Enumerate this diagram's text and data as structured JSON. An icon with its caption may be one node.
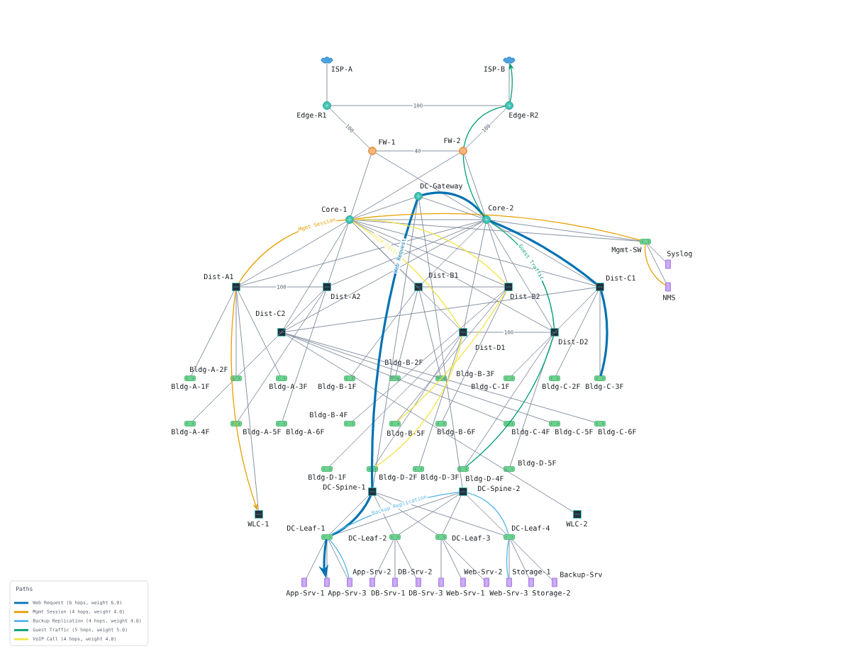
{
  "diagram": {
    "nodes": [
      {
        "text": [
          "ISP-A"
        ]
      },
      {
        "text": [
          "ISP-B"
        ]
      },
      {
        "text": [
          "Edge-R1"
        ]
      },
      {
        "text": [
          "Edge-R2"
        ]
      },
      {
        "text": [
          "FW-1"
        ]
      },
      {
        "text": [
          "FW-2"
        ]
      },
      {
        "text": [
          "DC-Gateway"
        ]
      },
      {
        "text": [
          "Core-1"
        ]
      },
      {
        "text": [
          "Core-2"
        ]
      },
      {
        "text": [
          "Mgmt-SW"
        ]
      },
      {
        "text": [
          "Syslog"
        ]
      },
      {
        "text": [
          "NMS"
        ]
      },
      {
        "text": [
          "Dist-A1"
        ]
      },
      {
        "text": [
          "Dist-A2"
        ]
      },
      {
        "text": [
          "Dist-B1"
        ]
      },
      {
        "text": [
          "Dist-B2"
        ]
      },
      {
        "text": [
          "Dist-C1"
        ]
      },
      {
        "text": [
          "Dist-C2"
        ]
      },
      {
        "text": [
          "Dist-D1"
        ]
      },
      {
        "text": [
          "Dist-D2"
        ]
      },
      {
        "text": [
          "Bldg-A-1F"
        ]
      },
      {
        "text": [
          "Bldg-A-2F"
        ]
      },
      {
        "text": [
          "Bldg-A-3F"
        ]
      },
      {
        "text": [
          "Bldg-B-1F"
        ]
      },
      {
        "text": [
          "Bldg-B-2F"
        ]
      },
      {
        "text": [
          "Bldg-B-3F"
        ]
      },
      {
        "text": [
          "Bldg-C-1F"
        ]
      },
      {
        "text": [
          "Bldg-C-2F"
        ]
      },
      {
        "text": [
          "Bldg-C-3F"
        ]
      },
      {
        "text": [
          "Bldg-A-4F"
        ]
      },
      {
        "text": [
          "Bldg-A-5F"
        ]
      },
      {
        "text": [
          "Bldg-A-6F"
        ]
      },
      {
        "text": [
          "Bldg-B-4F"
        ]
      },
      {
        "text": [
          "Bldg-B-5F"
        ]
      },
      {
        "text": [
          "Bldg-B-6F"
        ]
      },
      {
        "text": [
          "Bldg-C-4F"
        ]
      },
      {
        "text": [
          "Bldg-C-5F"
        ]
      },
      {
        "text": [
          "Bldg-C-6F"
        ]
      },
      {
        "text": [
          "Bldg-D-1F"
        ]
      },
      {
        "text": [
          "Bldg-D-2F"
        ]
      },
      {
        "text": [
          "Bldg-D-3F"
        ]
      },
      {
        "text": [
          "Bldg-D-4F"
        ]
      },
      {
        "text": [
          "Bldg-D-5F"
        ]
      },
      {
        "text": [
          "DC-Spine-1"
        ]
      },
      {
        "text": [
          "DC-Spine-2"
        ]
      },
      {
        "text": [
          "WLC-1"
        ]
      },
      {
        "text": [
          "WLC-2"
        ]
      },
      {
        "text": [
          "DC-Leaf-1"
        ]
      },
      {
        "text": [
          "DC-Leaf-2"
        ]
      },
      {
        "text": [
          "DC-Leaf-3"
        ]
      },
      {
        "text": [
          "DC-Leaf-4"
        ]
      },
      {
        "text": [
          "App-Srv-1"
        ]
      },
      {
        "text": [
          "App-Srv-3"
        ]
      },
      {
        "text": [
          "App-Srv-2"
        ]
      },
      {
        "text": [
          "DB-Srv-1"
        ]
      },
      {
        "text": [
          "DB-Srv-2"
        ]
      },
      {
        "text": [
          "DB-Srv-3"
        ]
      },
      {
        "text": [
          "Web-Srv-1"
        ]
      },
      {
        "text": [
          "Web-Srv-2"
        ]
      },
      {
        "text": [
          "Web-Srv-3"
        ]
      },
      {
        "text": [
          "Storage-1"
        ]
      },
      {
        "text": [
          "Storage-2"
        ]
      },
      {
        "text": [
          "Backup-Srv"
        ]
      }
    ],
    "edges": [
      {
        "from": 0,
        "to": 2,
        "arrow": "none"
      },
      {
        "from": 1,
        "to": 3,
        "arrow": "none"
      },
      {
        "from": 2,
        "to": 3,
        "arrow": "none",
        "label": "100"
      },
      {
        "from": 2,
        "to": 4,
        "arrow": "none",
        "label": "100"
      },
      {
        "from": 3,
        "to": 5,
        "arrow": "none",
        "label": "100"
      },
      {
        "from": 4,
        "to": 5,
        "arrow": "none",
        "label": "40"
      },
      {
        "from": 4,
        "to": 7,
        "arrow": "none"
      },
      {
        "from": 4,
        "to": 8,
        "arrow": "none"
      },
      {
        "from": 5,
        "to": 7,
        "arrow": "none"
      },
      {
        "from": 5,
        "to": 8,
        "arrow": "none"
      },
      {
        "from": 7,
        "to": 8,
        "arrow": "none"
      },
      {
        "from": 6,
        "to": 7,
        "arrow": "none"
      },
      {
        "from": 6,
        "to": 8,
        "arrow": "none"
      },
      {
        "from": 7,
        "to": 9,
        "arrow": "none"
      },
      {
        "from": 8,
        "to": 9,
        "arrow": "none"
      },
      {
        "from": 9,
        "to": 10,
        "arrow": "none"
      },
      {
        "from": 9,
        "to": 11,
        "arrow": "none"
      },
      {
        "from": 7,
        "to": 12,
        "arrow": "none"
      },
      {
        "from": 8,
        "to": 12,
        "arrow": "none"
      },
      {
        "from": 7,
        "to": 13,
        "arrow": "none"
      },
      {
        "from": 8,
        "to": 13,
        "arrow": "none"
      },
      {
        "from": 7,
        "to": 14,
        "arrow": "none"
      },
      {
        "from": 8,
        "to": 14,
        "arrow": "none"
      },
      {
        "from": 7,
        "to": 15,
        "arrow": "none"
      },
      {
        "from": 8,
        "to": 15,
        "arrow": "none"
      },
      {
        "from": 7,
        "to": 16,
        "arrow": "none"
      },
      {
        "from": 8,
        "to": 16,
        "arrow": "none"
      },
      {
        "from": 7,
        "to": 17,
        "arrow": "none"
      },
      {
        "from": 8,
        "to": 17,
        "arrow": "none"
      },
      {
        "from": 7,
        "to": 18,
        "arrow": "none"
      },
      {
        "from": 8,
        "to": 18,
        "arrow": "none"
      },
      {
        "from": 7,
        "to": 19,
        "arrow": "none"
      },
      {
        "from": 8,
        "to": 19,
        "arrow": "none"
      },
      {
        "from": 12,
        "to": 13,
        "arrow": "none",
        "label": "100"
      },
      {
        "from": 14,
        "to": 15,
        "arrow": "none"
      },
      {
        "from": 16,
        "to": 17,
        "arrow": "none"
      },
      {
        "from": 18,
        "to": 19,
        "arrow": "none",
        "label": "100"
      },
      {
        "from": 12,
        "to": 20,
        "arrow": "none"
      },
      {
        "from": 12,
        "to": 21,
        "arrow": "none"
      },
      {
        "from": 12,
        "to": 22,
        "arrow": "none"
      },
      {
        "from": 13,
        "to": 29,
        "arrow": "none"
      },
      {
        "from": 13,
        "to": 30,
        "arrow": "none"
      },
      {
        "from": 13,
        "to": 31,
        "arrow": "none"
      },
      {
        "from": 14,
        "to": 23,
        "arrow": "none"
      },
      {
        "from": 14,
        "to": 24,
        "arrow": "none"
      },
      {
        "from": 14,
        "to": 25,
        "arrow": "none"
      },
      {
        "from": 15,
        "to": 32,
        "arrow": "none"
      },
      {
        "from": 15,
        "to": 33,
        "arrow": "none"
      },
      {
        "from": 15,
        "to": 34,
        "arrow": "none"
      },
      {
        "from": 16,
        "to": 26,
        "arrow": "none"
      },
      {
        "from": 16,
        "to": 27,
        "arrow": "none"
      },
      {
        "from": 16,
        "to": 28,
        "arrow": "none"
      },
      {
        "from": 17,
        "to": 35,
        "arrow": "none"
      },
      {
        "from": 17,
        "to": 36,
        "arrow": "none"
      },
      {
        "from": 17,
        "to": 37,
        "arrow": "none"
      },
      {
        "from": 18,
        "to": 38,
        "arrow": "none"
      },
      {
        "from": 18,
        "to": 39,
        "arrow": "none"
      },
      {
        "from": 18,
        "to": 40,
        "arrow": "none"
      },
      {
        "from": 19,
        "to": 41,
        "arrow": "none"
      },
      {
        "from": 19,
        "to": 42,
        "arrow": "none"
      },
      {
        "from": 12,
        "to": 45,
        "arrow": "none"
      },
      {
        "from": 17,
        "to": 46,
        "arrow": "none"
      },
      {
        "from": 6,
        "to": 43,
        "arrow": "none"
      },
      {
        "from": 6,
        "to": 44,
        "arrow": "none"
      },
      {
        "from": 43,
        "to": 47,
        "arrow": "none"
      },
      {
        "from": 43,
        "to": 48,
        "arrow": "none"
      },
      {
        "from": 43,
        "to": 49,
        "arrow": "none"
      },
      {
        "from": 43,
        "to": 50,
        "arrow": "none"
      },
      {
        "from": 44,
        "to": 47,
        "arrow": "none"
      },
      {
        "from": 44,
        "to": 48,
        "arrow": "none"
      },
      {
        "from": 44,
        "to": 49,
        "arrow": "none"
      },
      {
        "from": 44,
        "to": 50,
        "arrow": "none"
      },
      {
        "from": 47,
        "to": 51,
        "arrow": "none"
      },
      {
        "from": 47,
        "to": 52,
        "arrow": "none"
      },
      {
        "from": 47,
        "to": 53,
        "arrow": "none"
      },
      {
        "from": 48,
        "to": 54,
        "arrow": "none"
      },
      {
        "from": 48,
        "to": 55,
        "arrow": "none"
      },
      {
        "from": 48,
        "to": 56,
        "arrow": "none"
      },
      {
        "from": 49,
        "to": 57,
        "arrow": "none"
      },
      {
        "from": 49,
        "to": 58,
        "arrow": "none"
      },
      {
        "from": 49,
        "to": 59,
        "arrow": "none"
      },
      {
        "from": 50,
        "to": 60,
        "arrow": "none"
      },
      {
        "from": 50,
        "to": 61,
        "arrow": "none"
      },
      {
        "from": 50,
        "to": 62,
        "arrow": "none"
      },
      {
        "from": 28,
        "to": 16,
        "arrow": "none",
        "style": "thick",
        "color": "#0072b2"
      },
      {
        "from": 16,
        "to": 8,
        "arrow": "none",
        "style": "thick",
        "color": "#0072b2"
      },
      {
        "from": 8,
        "to": 6,
        "arrow": "none",
        "style": "thick",
        "color": "#0072b2"
      },
      {
        "from": 6,
        "to": 43,
        "arrow": "none",
        "style": "thick",
        "color": "#0072b2",
        "label": "Web Request"
      },
      {
        "from": 43,
        "to": 47,
        "arrow": "none",
        "style": "thick",
        "color": "#0072b2"
      },
      {
        "from": 47,
        "to": 52,
        "arrow": "to",
        "style": "thick",
        "color": "#0072b2"
      },
      {
        "from": 11,
        "to": 9,
        "arrow": "none",
        "color": "#e69f00"
      },
      {
        "from": 9,
        "to": 7,
        "arrow": "none",
        "color": "#e69f00"
      },
      {
        "from": 7,
        "to": 12,
        "arrow": "none",
        "color": "#e69f00",
        "label": "Mgmt Session"
      },
      {
        "from": 12,
        "to": 45,
        "arrow": "to",
        "color": "#e69f00"
      },
      {
        "from": 53,
        "to": 47,
        "arrow": "none",
        "color": "#56b4e9"
      },
      {
        "from": 47,
        "to": 44,
        "arrow": "none",
        "color": "#56b4e9",
        "label": "Backup Replication"
      },
      {
        "from": 44,
        "to": 50,
        "arrow": "none",
        "color": "#56b4e9"
      },
      {
        "from": 50,
        "to": 60,
        "arrow": "none",
        "color": "#56b4e9"
      },
      {
        "from": 41,
        "to": 19,
        "arrow": "none",
        "color": "#009e73"
      },
      {
        "from": 19,
        "to": 8,
        "arrow": "none",
        "color": "#009e73",
        "label": "Guest Traffic"
      },
      {
        "from": 8,
        "to": 5,
        "arrow": "none",
        "color": "#009e73"
      },
      {
        "from": 5,
        "to": 3,
        "arrow": "none",
        "color": "#009e73"
      },
      {
        "from": 3,
        "to": 1,
        "arrow": "to",
        "color": "#009e73"
      },
      {
        "from": 33,
        "to": 15,
        "arrow": "none",
        "color": "#f0e442"
      },
      {
        "from": 15,
        "to": 7,
        "arrow": "none",
        "color": "#f0e442"
      },
      {
        "from": 7,
        "to": 18,
        "arrow": "none",
        "color": "#f0e442",
        "label": "VoIP Call"
      },
      {
        "from": 18,
        "to": 39,
        "arrow": "none",
        "color": "#f0e442"
      }
    ],
    "labels": [
      "Paths"
    ],
    "legend": [
      {
        "text": "Web Request (6 hops, weight 6.0)",
        "color": "#0072b2"
      },
      {
        "text": "Mgmt Session (4 hops, weight 4.0)",
        "color": "#e69f00"
      },
      {
        "text": "Backup Replication (4 hops, weight 4.0)",
        "color": "#56b4e9"
      },
      {
        "text": "Guest Traffic (5 hops, weight 5.0)",
        "color": "#009e73"
      },
      {
        "text": "VoIP Call (4 hops, weight 4.0)",
        "color": "#f0e442"
      }
    ]
  }
}
